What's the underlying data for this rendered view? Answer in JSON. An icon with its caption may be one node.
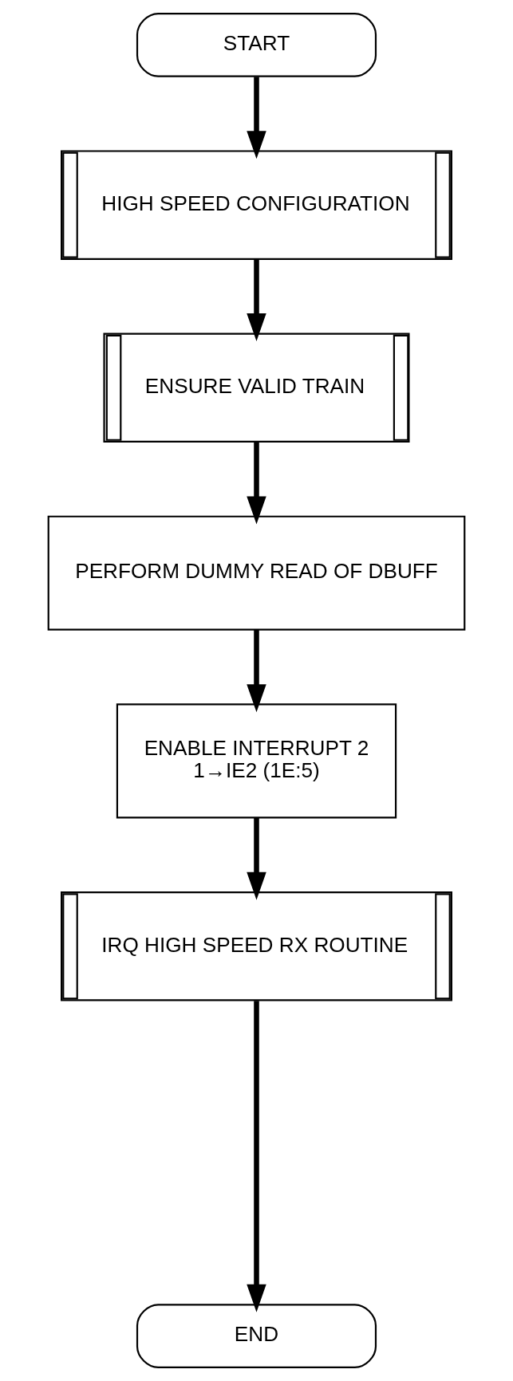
{
  "diagram": {
    "nodes": [
      {
        "text": [
          "START"
        ]
      },
      {
        "text": [
          "HIGH SPEED CONFIGURATION"
        ]
      },
      {
        "text": [
          "ENSURE VALID TRAIN"
        ]
      },
      {
        "text": [
          "PERFORM DUMMY READ OF DBUFF"
        ]
      },
      {
        "text": [
          "ENABLE INTERRUPT 2",
          "1→IE2 (1E:5)"
        ]
      },
      {
        "text": [
          "IRQ HIGH SPEED RX ROUTINE"
        ]
      },
      {
        "text": [
          "END"
        ]
      }
    ],
    "edges": [
      {
        "from": 0,
        "to": 1,
        "arrow": "to"
      },
      {
        "from": 1,
        "to": 2,
        "arrow": "to"
      },
      {
        "from": 2,
        "to": 3,
        "arrow": "to"
      },
      {
        "from": 3,
        "to": 4,
        "arrow": "to"
      },
      {
        "from": 4,
        "to": 5,
        "arrow": "to"
      },
      {
        "from": 5,
        "to": 6,
        "arrow": "to"
      }
    ]
  }
}
